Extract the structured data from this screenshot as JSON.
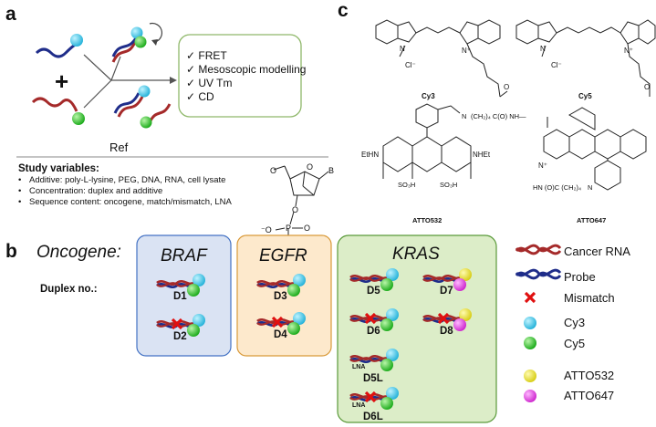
{
  "panels": {
    "a": "a",
    "b": "b",
    "c": "c"
  },
  "panel_a": {
    "plus": "+",
    "methods": [
      "✓ FRET",
      "✓ Mesoscopic modelling",
      "✓ UV Tm",
      "✓ CD"
    ],
    "ref": "Ref",
    "study_title": "Study variables:",
    "study_items": [
      "Additive: poly-L-lysine, PEG, DNA, RNA, cell lysate",
      "Concentration: duplex and additive",
      "Sequence content: oncogene, match/mismatch, LNA"
    ],
    "chem": {
      "o1": "O",
      "b": "B",
      "o2": "O",
      "o3": "O",
      "p": "P",
      "o4": "O",
      "o5": "O",
      "minus": "⁻O"
    }
  },
  "panel_b": {
    "oncogene_label": "Oncogene:",
    "duplex_label": "Duplex no.:",
    "groups": [
      {
        "name": "BRAF",
        "fill": "#dae3f3",
        "stroke": "#4472c4",
        "duplexes": [
          "D1",
          "D2"
        ]
      },
      {
        "name": "EGFR",
        "fill": "#fde9cc",
        "stroke": "#d99a3a",
        "duplexes": [
          "D3",
          "D4"
        ]
      },
      {
        "name": "KRAS",
        "fill": "#dcedc8",
        "stroke": "#5a9a3a",
        "duplexes": [
          "D5",
          "D7",
          "D6",
          "D8",
          "D5L",
          "D6L"
        ]
      }
    ],
    "lna": "LNA",
    "legend": [
      "Cancer RNA",
      "Probe",
      "Mismatch",
      "Cy3",
      "Cy5",
      "ATTO532",
      "ATTO647"
    ]
  },
  "panel_c": {
    "names": [
      "Cy3",
      "Cy5",
      "ATTO532",
      "ATTO647"
    ],
    "cl": "Cl⁻",
    "atto532_chain": "(CH₂)₄ C(O) NH—",
    "atto532_left": "EtHN",
    "atto532_right": "NHEt",
    "atto532_so3a": "SO₃H",
    "atto532_so3b": "SO₃H",
    "atto647_chain": "HN (O)C (CH₂)₄",
    "n": "N",
    "nplus": "N⁺",
    "o": "O"
  },
  "colors": {
    "cancer_rna": "#a52a2a",
    "probe": "#1f2d8a",
    "mismatch": "#e01010",
    "cy3": "#3cc6e8",
    "cy5": "#22c022",
    "atto532": "#e8e020",
    "atto647": "#e040e0"
  }
}
